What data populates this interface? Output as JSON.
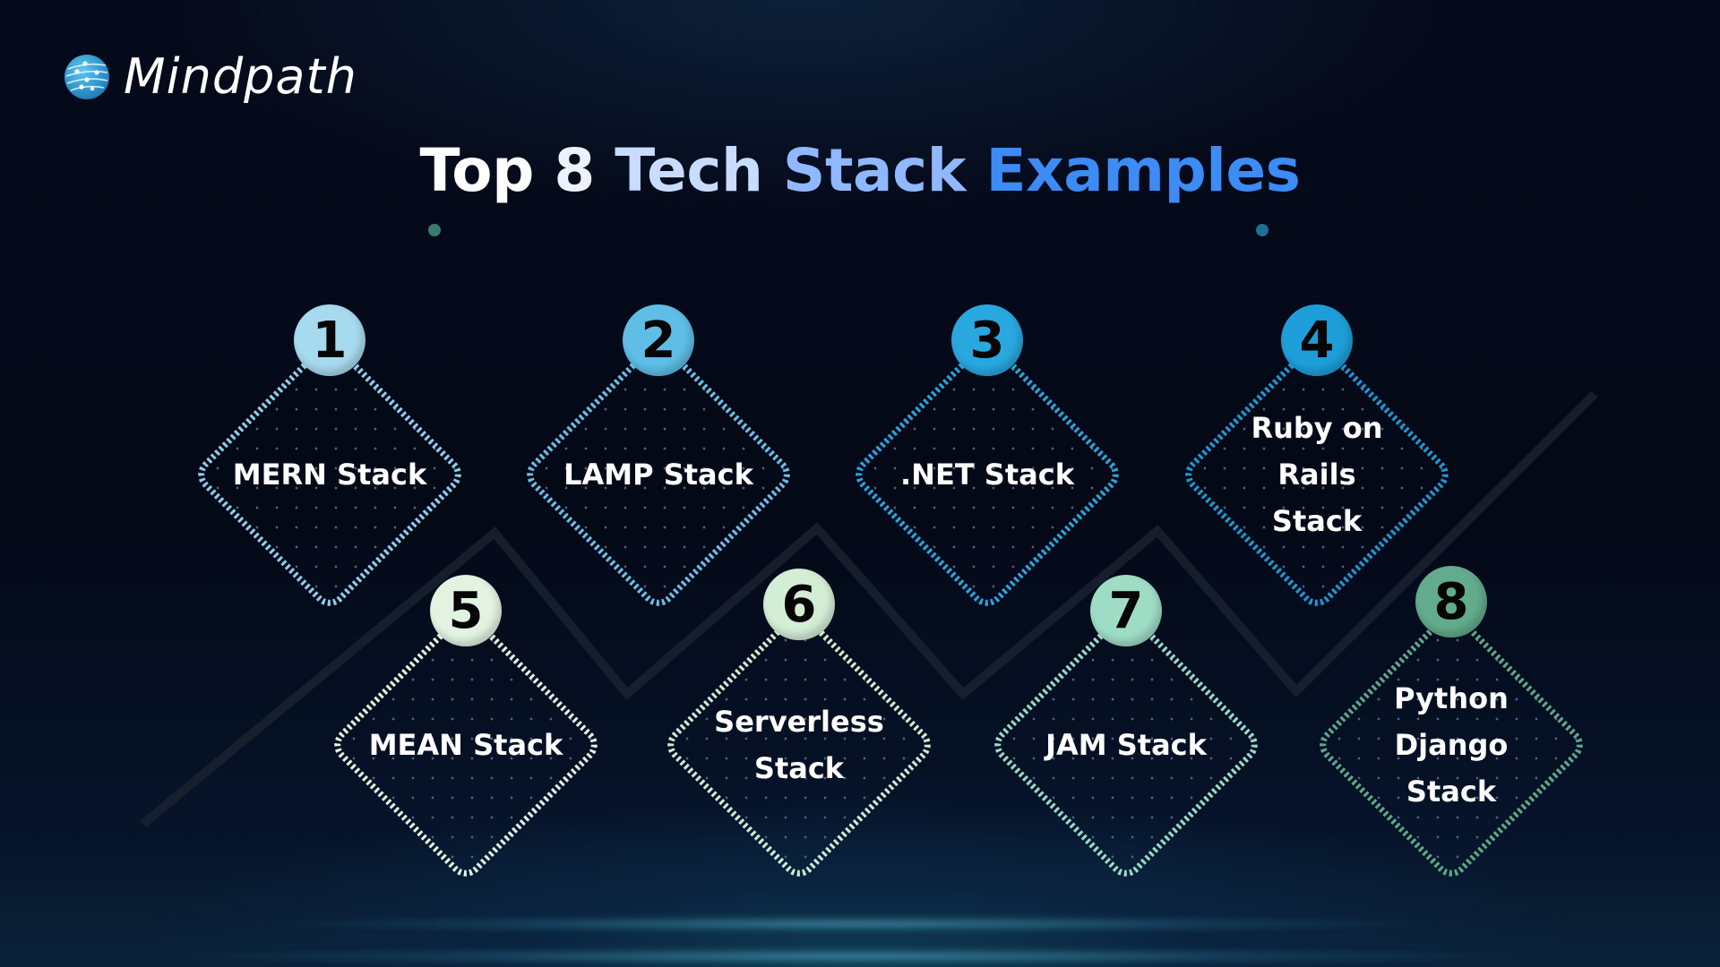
{
  "brand": {
    "name": "Mindpath",
    "logo_icon": "globe-network-icon"
  },
  "title": {
    "words": [
      "Top",
      "8",
      "Tech",
      "Stack",
      "Examples"
    ],
    "full": "Top 8 Tech Stack Examples",
    "gradient_colors": [
      "#ffffff",
      "#c8dcff",
      "#3d8bf5"
    ],
    "rule_color": "#2f6e84"
  },
  "items": [
    {
      "number": "1",
      "label": "MERN Stack",
      "color": "#8fd0ea",
      "badge_color": "#a6daee"
    },
    {
      "number": "2",
      "label": "LAMP Stack",
      "color": "#6cc0e8",
      "badge_color": "#5fbde6"
    },
    {
      "number": "3",
      "label": ".NET Stack",
      "color": "#2aa6df",
      "badge_color": "#29a8e0"
    },
    {
      "number": "4",
      "label": "Ruby on\nRails\nStack",
      "color": "#1e9ad6",
      "badge_color": "#1e9ed8"
    },
    {
      "number": "5",
      "label": "MEAN Stack",
      "color": "#e6f4e6",
      "badge_color": "#e3f3e2"
    },
    {
      "number": "6",
      "label": "Serverless\nStack",
      "color": "#cfecd3",
      "badge_color": "#d4eed6"
    },
    {
      "number": "7",
      "label": "JAM Stack",
      "color": "#9adbc7",
      "badge_color": "#9fdcc6"
    },
    {
      "number": "8",
      "label": "Python\nDjango\nStack",
      "color": "#5fa98a",
      "badge_color": "#62ab8c"
    }
  ]
}
